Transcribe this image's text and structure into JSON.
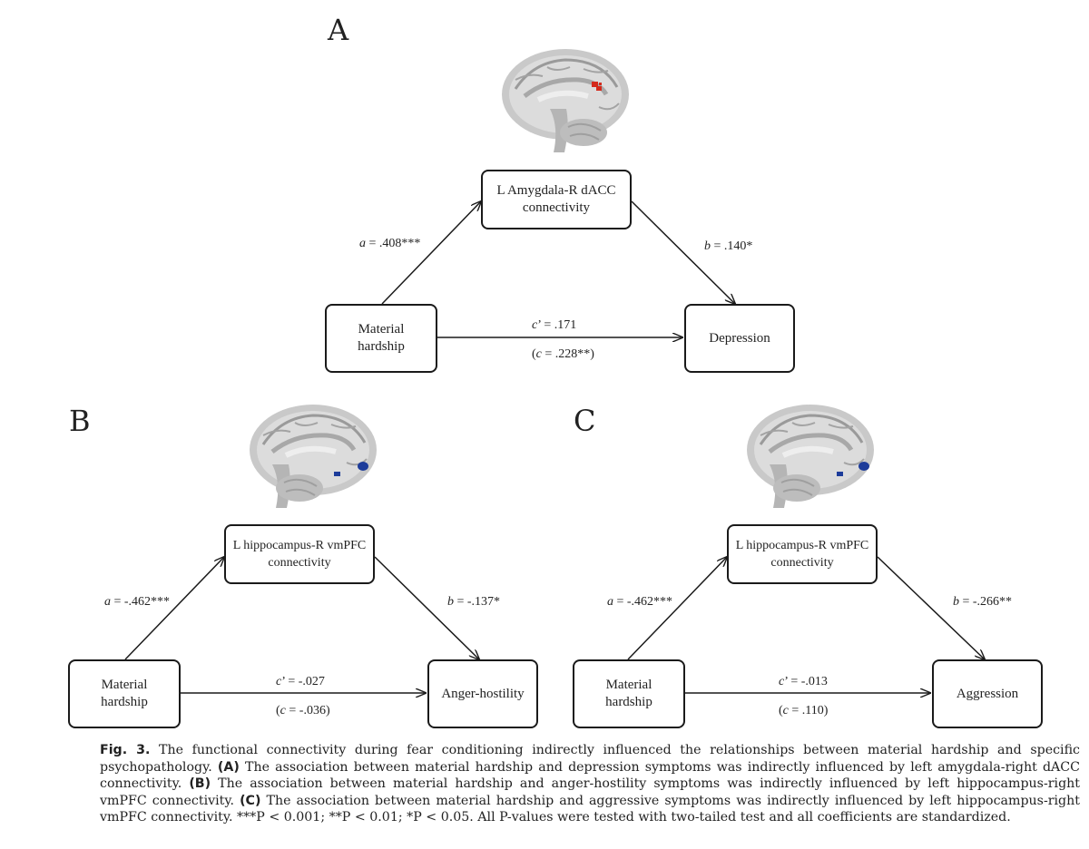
{
  "panels": {
    "A": {
      "letter": "A",
      "mediator": "L Amygdala-R dACC\nconnectivity",
      "predictor": "Material\nhardship",
      "outcome": "Depression",
      "a_path": "a = .408***",
      "b_path": "b = .140*",
      "c_prime": "c’ = .171",
      "c_total": "(c = .228**)",
      "roi_color": "#d42a1c"
    },
    "B": {
      "letter": "B",
      "mediator": "L hippocampus-R vmPFC\nconnectivity",
      "predictor": "Material\nhardship",
      "outcome": "Anger-hostility",
      "a_path": "a = -.462***",
      "b_path": "b = -.137*",
      "c_prime": "c’ = -.027",
      "c_total": "(c = -.036)",
      "roi_color": "#1d3c9a"
    },
    "C": {
      "letter": "C",
      "mediator": "L hippocampus-R vmPFC\nconnectivity",
      "predictor": "Material\nhardship",
      "outcome": "Aggression",
      "a_path": "a = -.462***",
      "b_path": "b = -.266**",
      "c_prime": "c’ = -.013",
      "c_total": "(c = .110)",
      "roi_color": "#1d3c9a"
    }
  },
  "caption": {
    "fig_label": "Fig. 3.",
    "intro": " The functional connectivity during fear conditioning indirectly influenced the relationships between material hardship and specific psychopathology.",
    "a_label": "(A)",
    "a_text": " The association between material hardship and depression symptoms was indirectly influenced by left amygdala-right dACC connectivity.",
    "b_label": "(B)",
    "b_text": " The association between material hardship and anger-hostility symptoms was indirectly influenced by left hippocampus-right vmPFC connectivity.",
    "c_label": "(C)",
    "c_text": " The association between material hardship and aggressive symptoms was indirectly influenced by left hippocampus-right vmPFC connectivity.",
    "notes": " ***P < 0.001; **P < 0.01; *P < 0.05. All P-values were tested with two-tailed test and all coefficients are standardized."
  }
}
